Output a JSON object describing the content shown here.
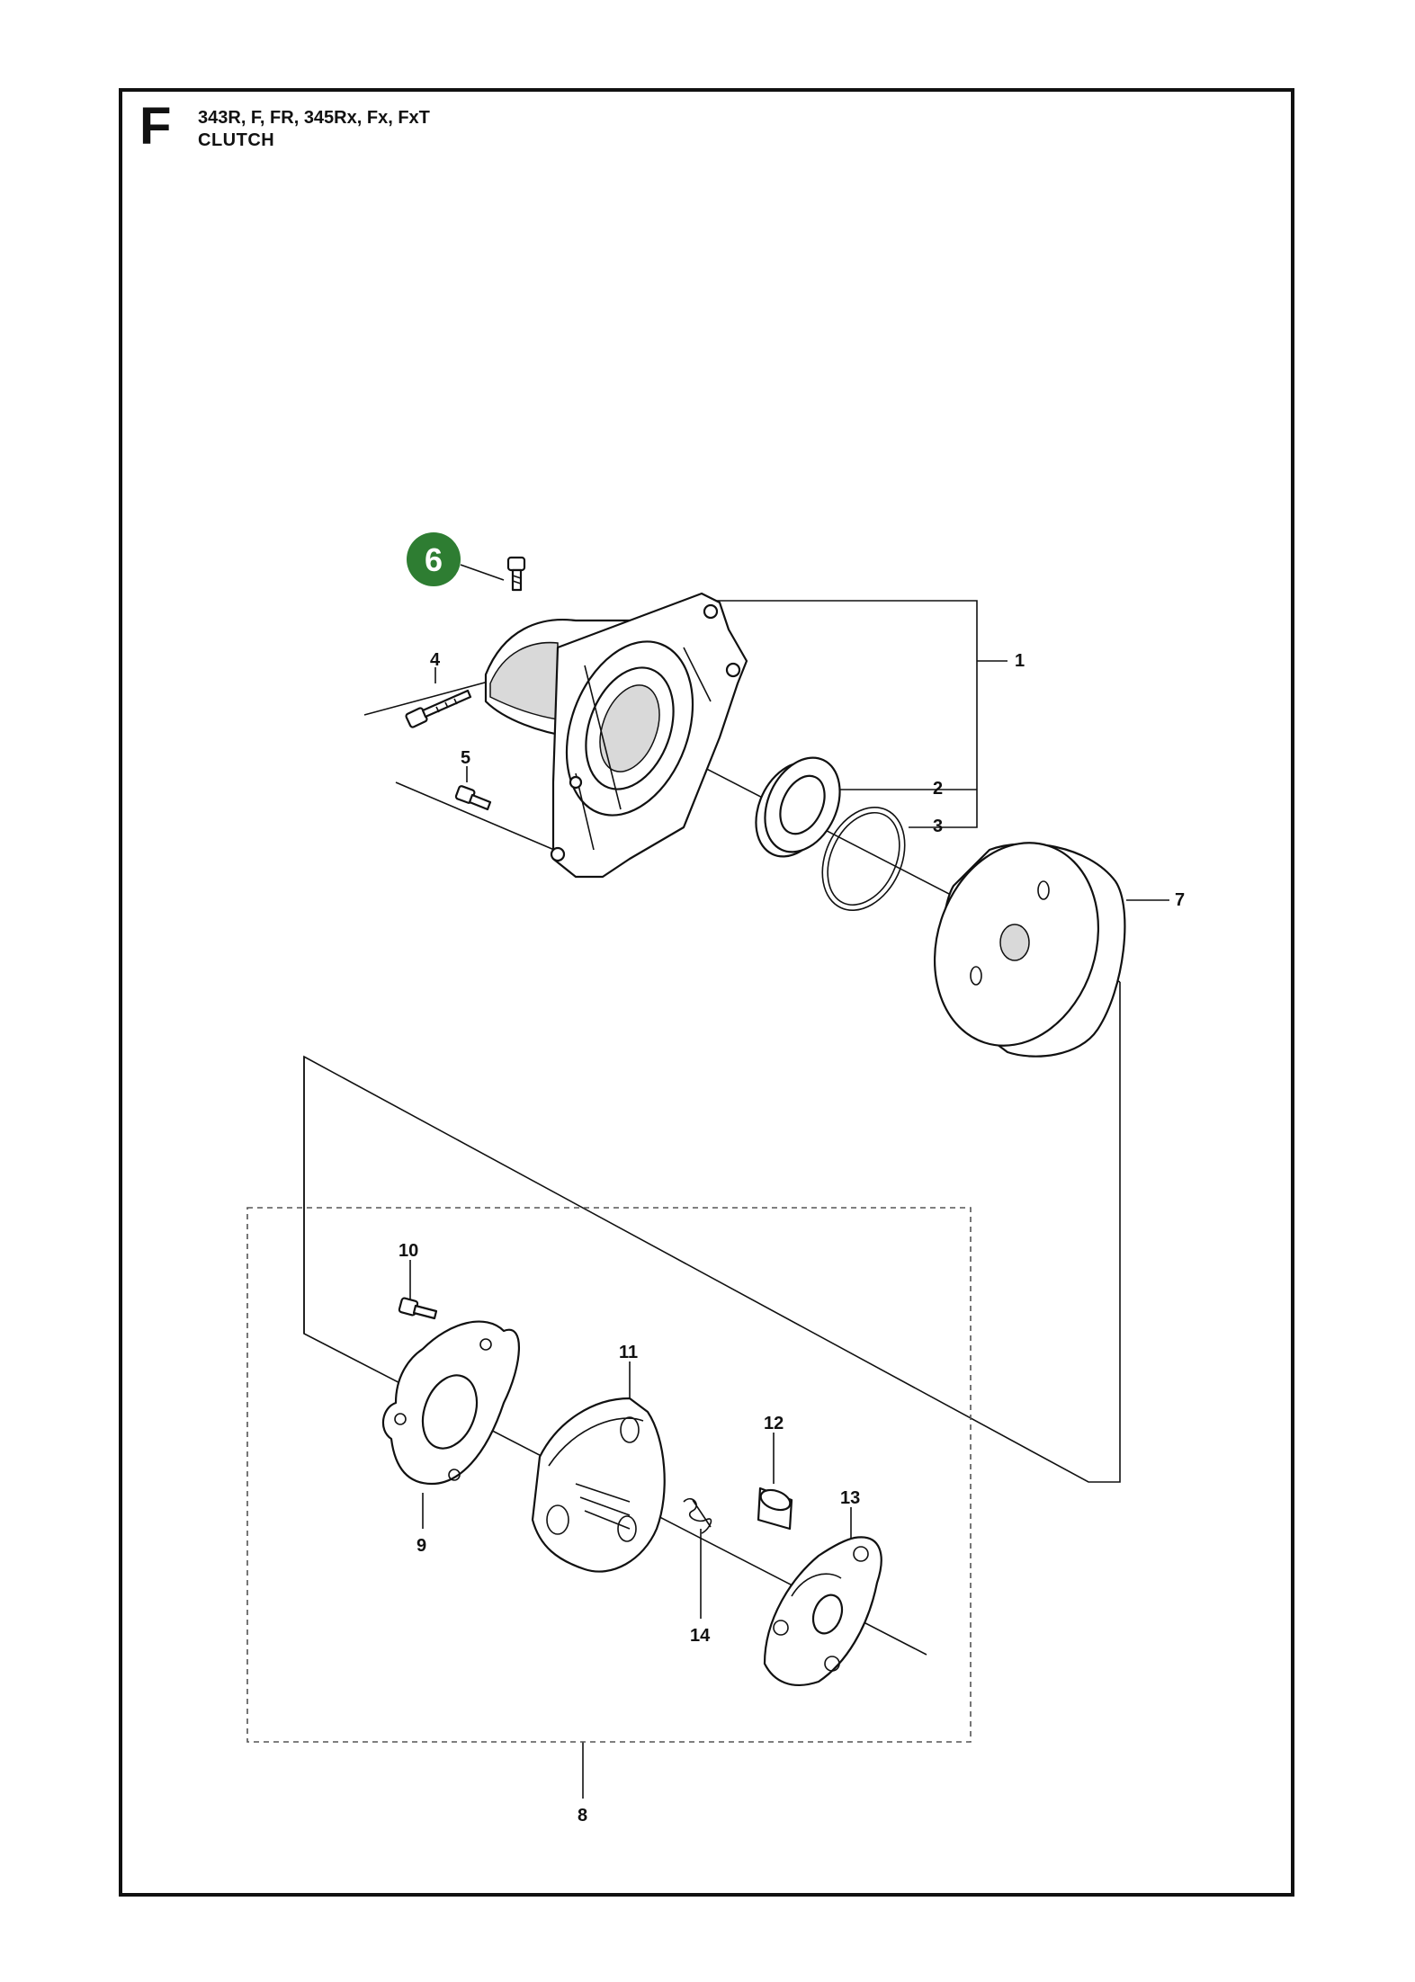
{
  "header": {
    "section_letter": "F",
    "models": "343R, F, FR, 345Rx, Fx, FxT",
    "section_name": "CLUTCH"
  },
  "highlight": {
    "label": "6",
    "color": "#2e7d32"
  },
  "callouts": [
    "1",
    "2",
    "3",
    "4",
    "5",
    "7",
    "8",
    "9",
    "10",
    "11",
    "12",
    "13",
    "14"
  ]
}
